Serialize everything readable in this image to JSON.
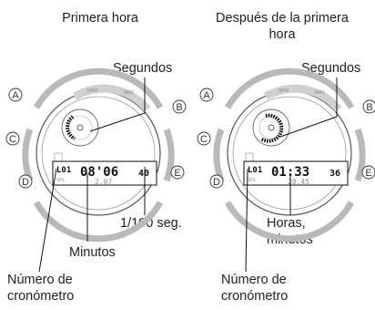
{
  "left": {
    "title": "Primera hora",
    "label_seconds": "Segundos",
    "label_hundredths": "1/100 seg.",
    "label_minutes": "Minutos",
    "label_number": "Número de\ncronómetro",
    "display": {
      "lap": "L01",
      "main": "08'06",
      "small": "40",
      "sub": "2.07"
    }
  },
  "right": {
    "title": "Después de la primera\nhora",
    "label_seconds": "Segundos",
    "label_hours": "Horas,\nminutos",
    "label_number": "Número de\ncronómetro",
    "display": {
      "lap": "L01",
      "main": "01:33",
      "small": "36",
      "sub": "20.45"
    }
  },
  "buttons": {
    "a": "A",
    "b": "B",
    "c": "C",
    "d": "D",
    "e": "E"
  },
  "dial_text": {
    "spl": "SPL",
    "rpm": "RPM",
    "max": "MAX"
  }
}
